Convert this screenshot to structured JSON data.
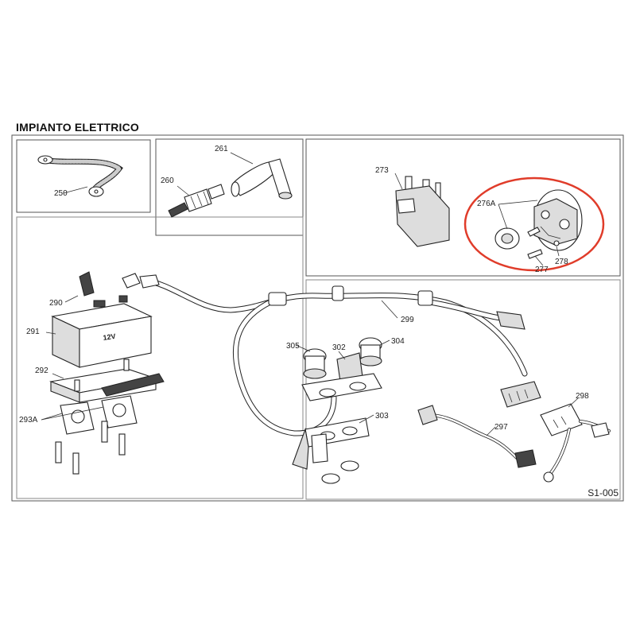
{
  "title": "IMPIANTO ELETTRICO",
  "diagram_code": "S1-005",
  "highlight_color": "#e03c2a",
  "labels": {
    "p250": "250",
    "p260": "260",
    "p261": "261",
    "p273": "273",
    "p276A": "276A",
    "p277": "277",
    "p278": "278",
    "p290": "290",
    "p291": "291",
    "p292": "292",
    "p293A": "293A",
    "p297": "297",
    "p298": "298",
    "p299": "299",
    "p302": "302",
    "p303": "303",
    "p304": "304",
    "p305": "305",
    "battery_text": "12V"
  }
}
